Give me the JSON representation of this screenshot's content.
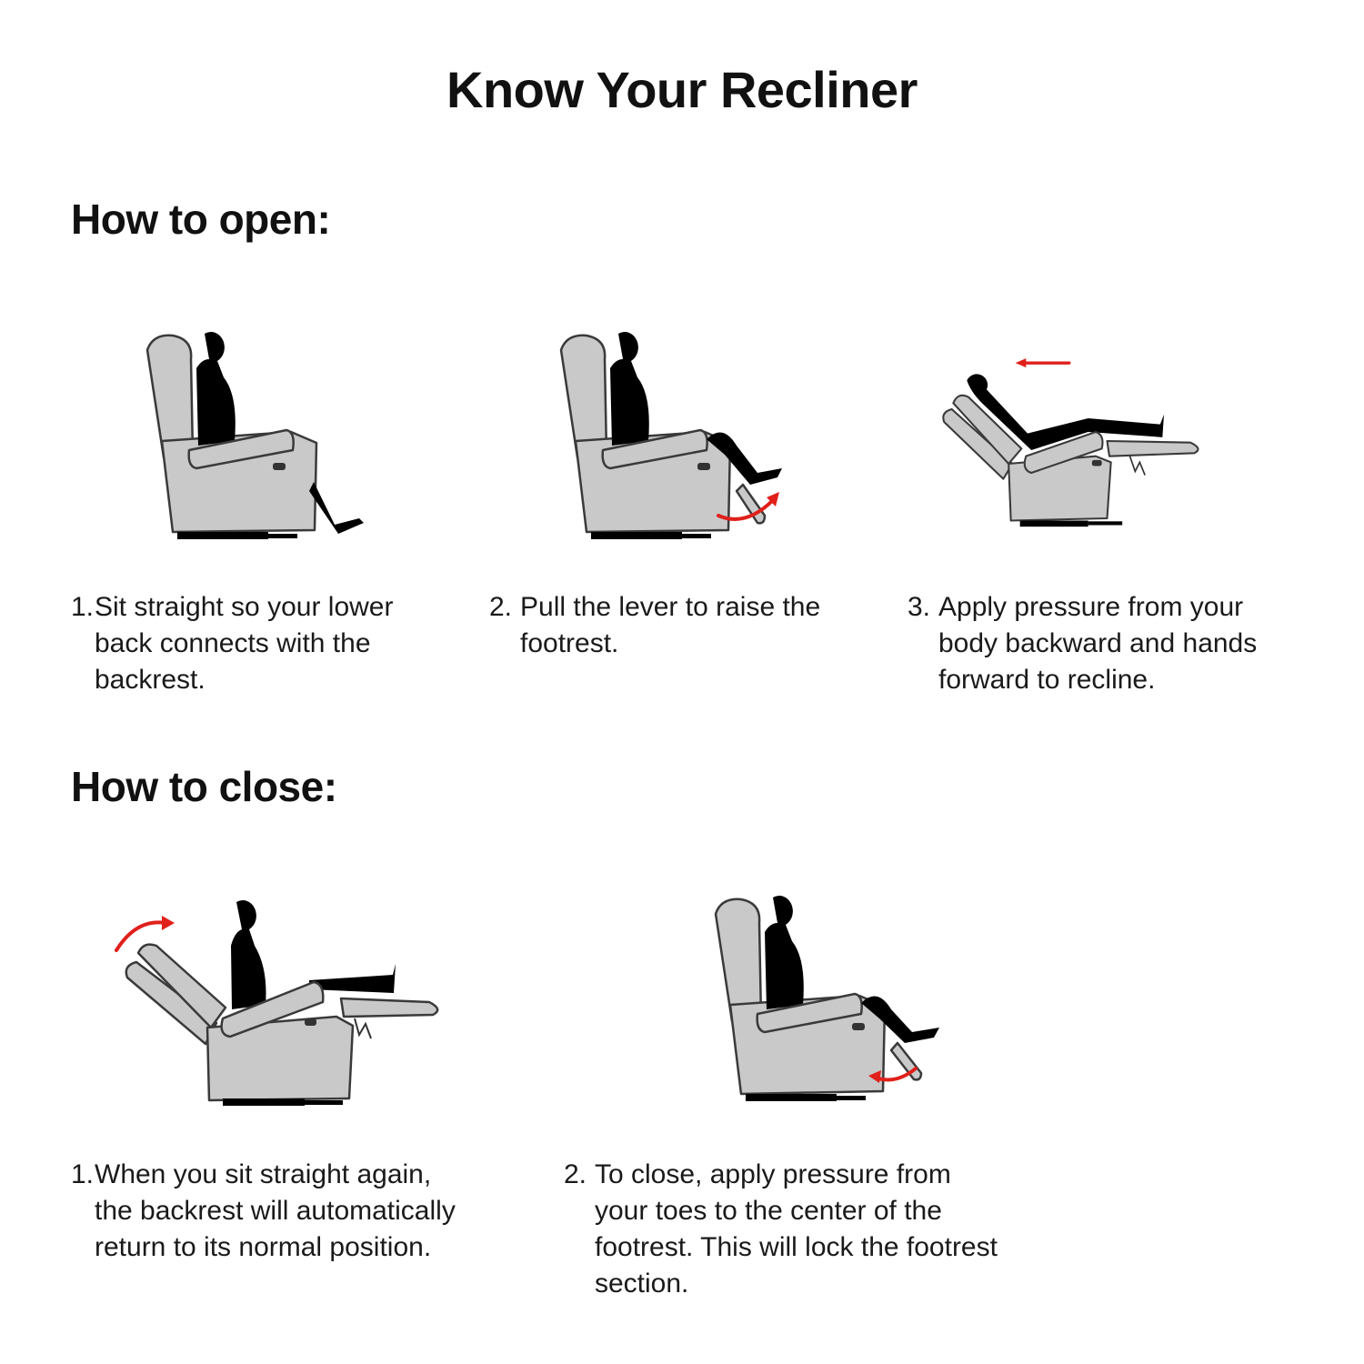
{
  "title": "Know Your Recliner",
  "open": {
    "heading": "How to open:",
    "steps": [
      {
        "num": "1.",
        "text": "Sit straight so your lower\nback connects with the\nbackrest."
      },
      {
        "num": "2.",
        "text": "Pull the lever to raise the\nfootrest."
      },
      {
        "num": "3.",
        "text": "Apply pressure from your\nbody backward and hands\nforward to recline."
      }
    ]
  },
  "close": {
    "heading": "How to close:",
    "steps": [
      {
        "num": "1.",
        "text": "When you sit straight again,\nthe backrest will automatically\nreturn to its normal position."
      },
      {
        "num": "2.",
        "text": "To close, apply pressure from\nyour toes to the center of the\nfootrest. This will lock the footrest\nsection."
      }
    ]
  },
  "colors": {
    "arrow": "#e0201b",
    "chair": "#c9c9c9"
  }
}
